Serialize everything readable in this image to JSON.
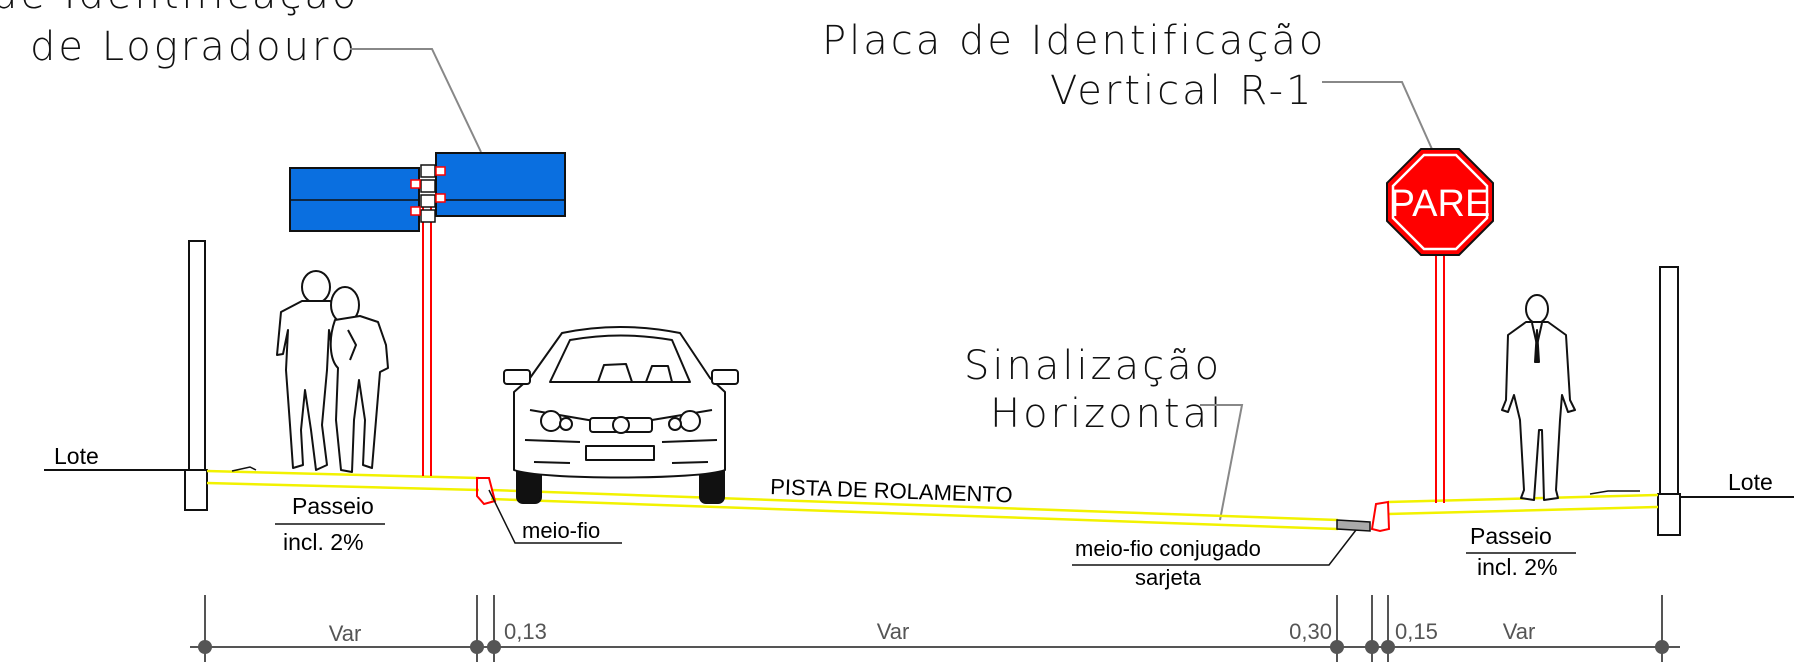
{
  "callouts": {
    "logradouro": [
      "de Identificação",
      "de Logradouro"
    ],
    "vertical": [
      "Placa de Identificação",
      "Vertical R-1"
    ],
    "horizontal": [
      "Sinalização",
      "Horizontal"
    ]
  },
  "labels": {
    "lote_left": "Lote",
    "lote_right": "Lote",
    "passeio_left": "Passeio",
    "incl_left": "incl. 2%",
    "passeio_right": "Passeio",
    "incl_right": "incl. 2%",
    "meio_fio": "meio-fio",
    "meio_fio_conjugado": "meio-fio conjugado",
    "sarjeta": "sarjeta",
    "pista": "PISTA DE ROLAMENTO"
  },
  "stop_sign": {
    "text": "PARE",
    "color": "#ff0000"
  },
  "street_sign": {
    "color": "#0a6fe0"
  },
  "dimensions": [
    "Var",
    "0,13",
    "Var",
    "0,30",
    "0,15",
    "Var"
  ],
  "colors": {
    "surface_line": "#f2f200",
    "curb": "#ff0000",
    "leader": "#888888",
    "dim_line": "#555555"
  }
}
